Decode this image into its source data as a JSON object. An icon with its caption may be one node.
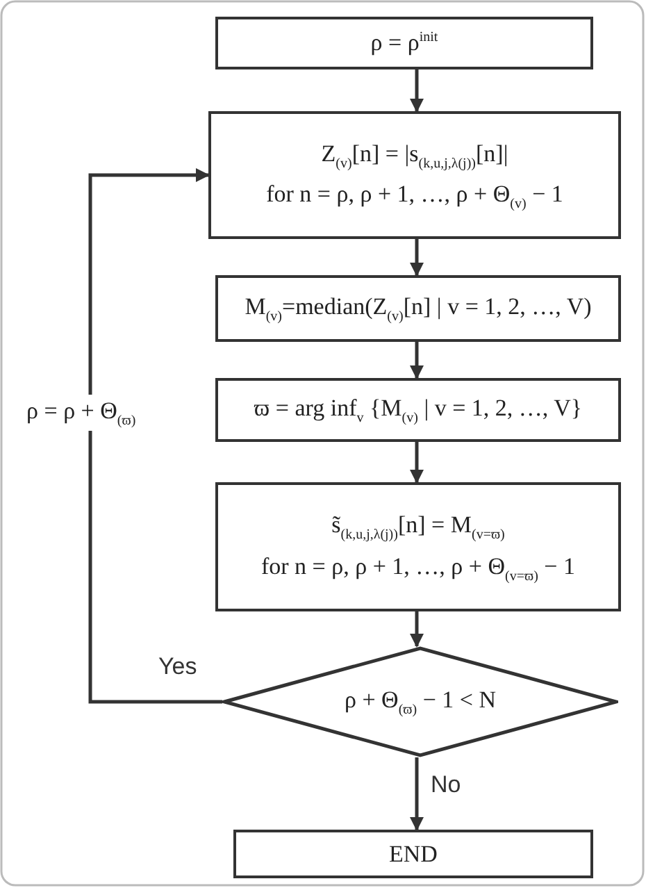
{
  "diagram": {
    "nodes": [
      {
        "text": [
          "ρ = ρ$^{init}$"
        ]
      },
      {
        "text": [
          "Z$_{(v)}$[n] = |s$_{(k,u,j,λ(j))}$[n]|",
          "for  n = ρ, ρ + 1, …, ρ + Θ$_{(v)}$ − 1"
        ]
      },
      {
        "text": [
          "M$_{(v)}$=median(Z$_{(v)}$[n] | v = 1, 2, …, V)"
        ]
      },
      {
        "text": [
          "ϖ = arg inf$_{v}$ {M$_{(v)}$ | v = 1, 2, …, V}"
        ]
      },
      {
        "text": [
          "s̃$_{(k,u,j,λ(j))}$[n] = M$_{(v=ϖ)}$",
          "for  n = ρ, ρ + 1, …, ρ + Θ$_{(v=ϖ)}$ − 1"
        ]
      },
      {
        "text": [
          "ρ + Θ$_{(ϖ)}$ − 1 < N"
        ]
      },
      {
        "text": [
          "END"
        ]
      }
    ],
    "edges": [
      {
        "from": 0,
        "to": 1,
        "arrow": "to"
      },
      {
        "from": 1,
        "to": 2,
        "arrow": "to"
      },
      {
        "from": 2,
        "to": 3,
        "arrow": "to"
      },
      {
        "from": 3,
        "to": 4,
        "arrow": "to"
      },
      {
        "from": 4,
        "to": 5,
        "arrow": "to"
      },
      {
        "from": 5,
        "to": 6,
        "label": "No",
        "arrow": "to"
      },
      {
        "from": 5,
        "to": 1,
        "label": "Yes",
        "arrow": "to"
      }
    ],
    "labels": [
      "ρ = ρ + Θ$_{(ϖ)}$"
    ]
  }
}
